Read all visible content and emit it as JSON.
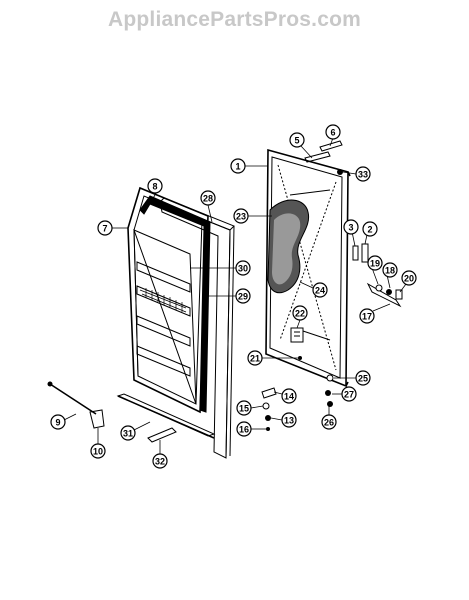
{
  "watermark": "AppliancePartsPros.com",
  "callouts": [
    {
      "id": "c1",
      "label": "1"
    },
    {
      "id": "c2",
      "label": "2"
    },
    {
      "id": "c3",
      "label": "3"
    },
    {
      "id": "c5",
      "label": "5"
    },
    {
      "id": "c6",
      "label": "6"
    },
    {
      "id": "c7",
      "label": "7"
    },
    {
      "id": "c8",
      "label": "8"
    },
    {
      "id": "c9",
      "label": "9"
    },
    {
      "id": "c10",
      "label": "10"
    },
    {
      "id": "c13",
      "label": "13"
    },
    {
      "id": "c14",
      "label": "14"
    },
    {
      "id": "c15",
      "label": "15"
    },
    {
      "id": "c16",
      "label": "16"
    },
    {
      "id": "c17",
      "label": "17"
    },
    {
      "id": "c18",
      "label": "18"
    },
    {
      "id": "c19",
      "label": "19"
    },
    {
      "id": "c20",
      "label": "20"
    },
    {
      "id": "c21",
      "label": "21"
    },
    {
      "id": "c22",
      "label": "22"
    },
    {
      "id": "c23",
      "label": "23"
    },
    {
      "id": "c24",
      "label": "24"
    },
    {
      "id": "c25",
      "label": "25"
    },
    {
      "id": "c26",
      "label": "26"
    },
    {
      "id": "c27",
      "label": "27"
    },
    {
      "id": "c28",
      "label": "28"
    },
    {
      "id": "c29",
      "label": "29"
    },
    {
      "id": "c30",
      "label": "30"
    },
    {
      "id": "c31",
      "label": "31"
    },
    {
      "id": "c32",
      "label": "32"
    },
    {
      "id": "c33",
      "label": "33"
    }
  ]
}
